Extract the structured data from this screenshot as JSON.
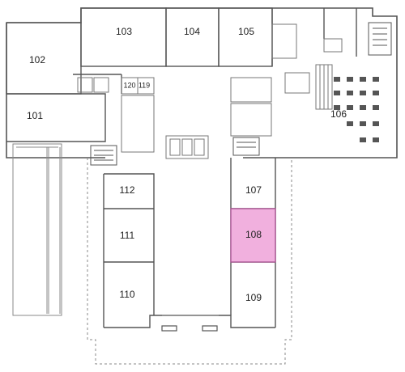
{
  "colors": {
    "wall": "#555555",
    "thin": "#888888",
    "highlight": "#f1b0de",
    "highlight_stroke": "#b05a99"
  },
  "rooms": {
    "r101": "101",
    "r102": "102",
    "r103": "103",
    "r104": "104",
    "r105": "105",
    "r106": "106",
    "r107": "107",
    "r108": "108",
    "r109": "109",
    "r110": "110",
    "r111": "111",
    "r112": "112",
    "r119": "119",
    "r120": "120"
  },
  "highlighted_room": "108"
}
